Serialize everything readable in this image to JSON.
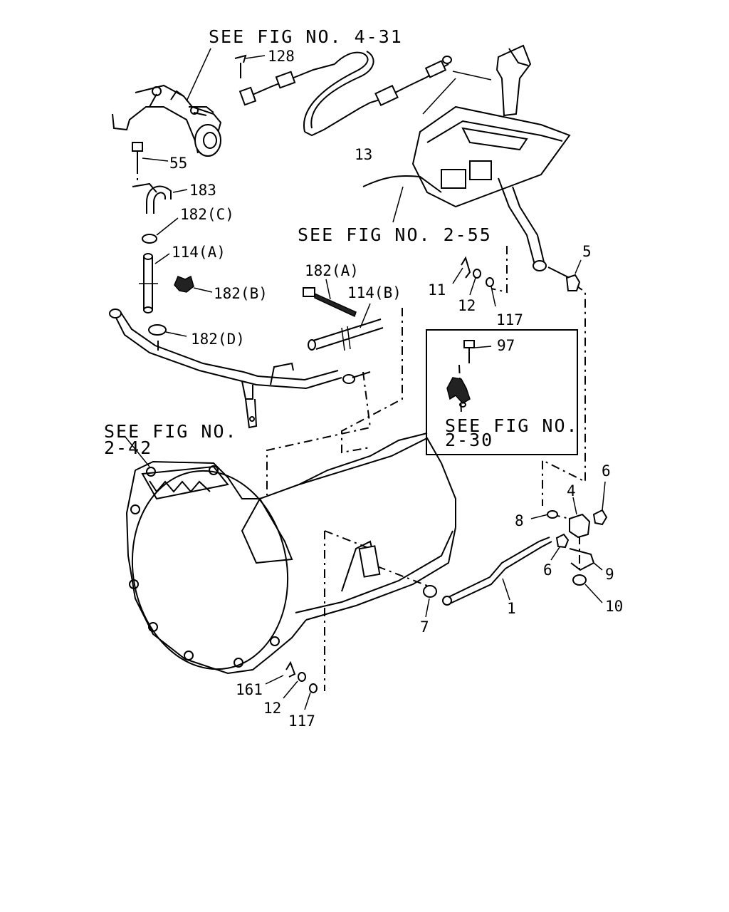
{
  "references": {
    "fig_4_31": "SEE FIG NO. 4-31",
    "fig_2_55": "SEE FIG NO. 2-55",
    "fig_2_42_line1": "SEE FIG NO.",
    "fig_2_42_line2": "2-42",
    "fig_2_30_line1": "SEE FIG NO.",
    "fig_2_30_line2": "2-30"
  },
  "parts": {
    "p128": "128",
    "p13": "13",
    "p55": "55",
    "p183": "183",
    "p182c": "182(C)",
    "p114a": "114(A)",
    "p182b": "182(B)",
    "p182d": "182(D)",
    "p182a": "182(A)",
    "p114b": "114(B)",
    "p5": "5",
    "p11": "11",
    "p12_top": "12",
    "p117_top": "117",
    "p97": "97",
    "p6_top": "6",
    "p4": "4",
    "p8": "8",
    "p6_mid": "6",
    "p9": "9",
    "p10": "10",
    "p1": "1",
    "p7": "7",
    "p161": "161",
    "p12_bot": "12",
    "p117_bot": "117"
  }
}
